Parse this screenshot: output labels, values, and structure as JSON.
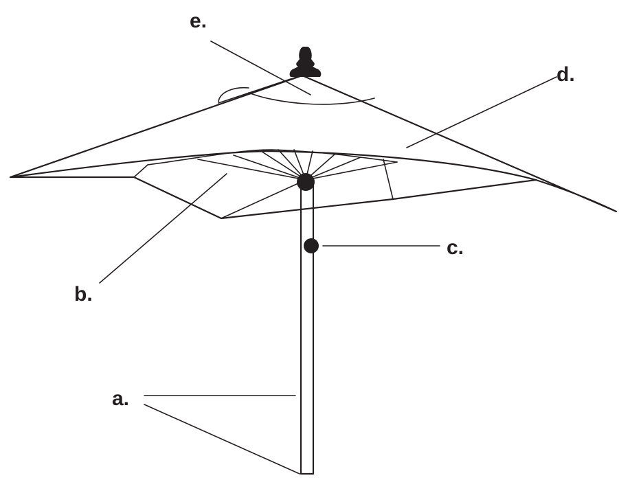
{
  "labels": {
    "a": "a.",
    "b": "b.",
    "c": "c.",
    "d": "d.",
    "e": "e."
  },
  "colors": {
    "ink": "#231f20",
    "background": "#ffffff"
  }
}
